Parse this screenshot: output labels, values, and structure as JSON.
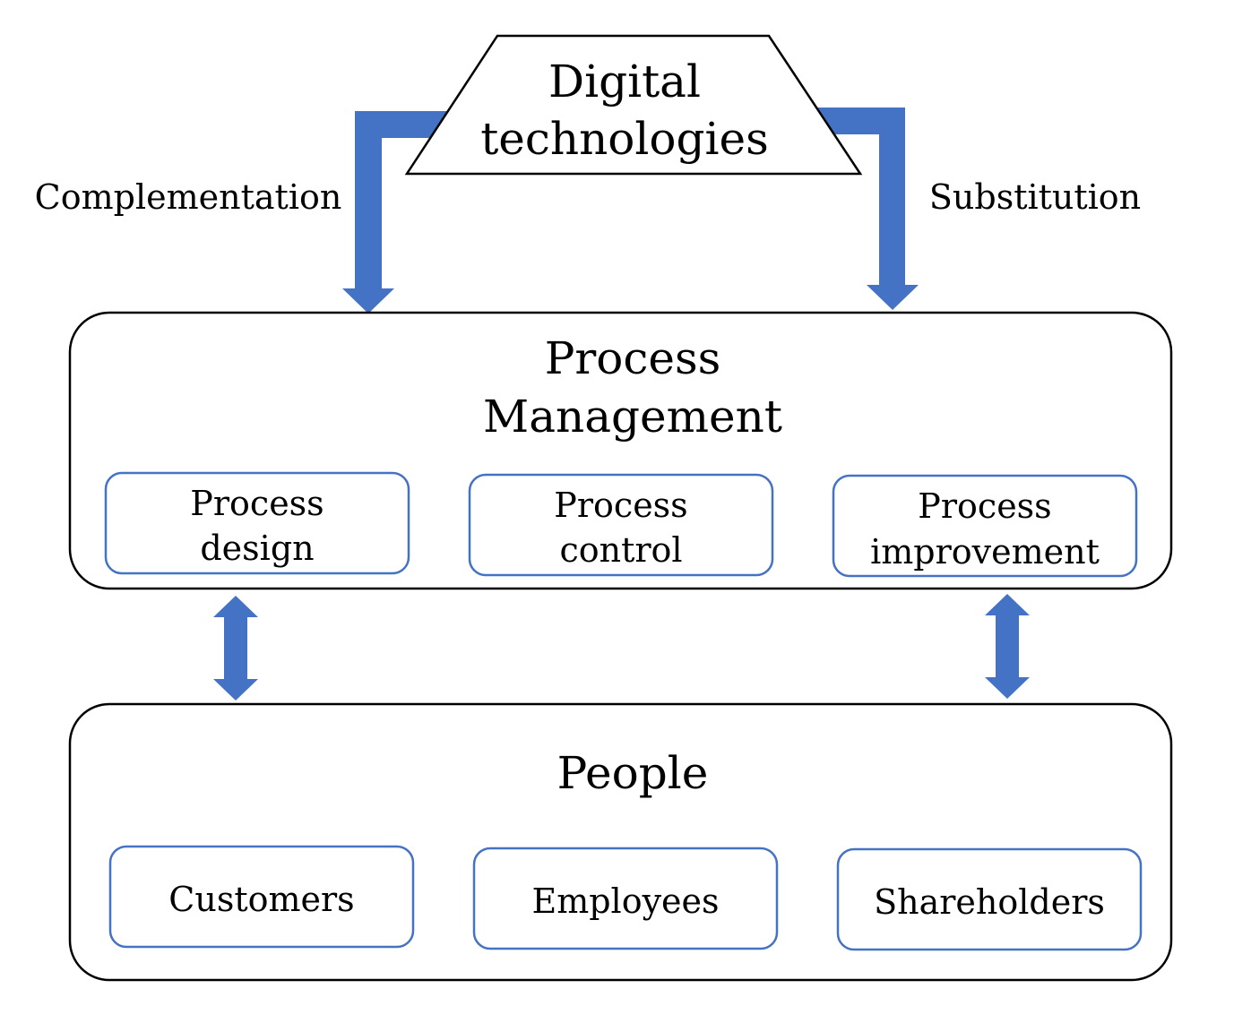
{
  "top": {
    "lines": [
      "Digital",
      "technologies"
    ]
  },
  "labels": {
    "left": "Complementation",
    "right": "Substitution"
  },
  "process_management": {
    "title_lines": [
      "Process",
      "Management"
    ],
    "items": [
      {
        "lines": [
          "Process",
          "design"
        ]
      },
      {
        "lines": [
          "Process",
          "control"
        ]
      },
      {
        "lines": [
          "Process",
          "improvement"
        ]
      }
    ]
  },
  "people": {
    "title": "People",
    "items": [
      {
        "label": "Customers"
      },
      {
        "label": "Employees"
      },
      {
        "label": "Shareholders"
      }
    ]
  },
  "colors": {
    "arrow": "#4472C4",
    "inner_box_border": "#4472C4",
    "outer_box_border": "#000000"
  }
}
